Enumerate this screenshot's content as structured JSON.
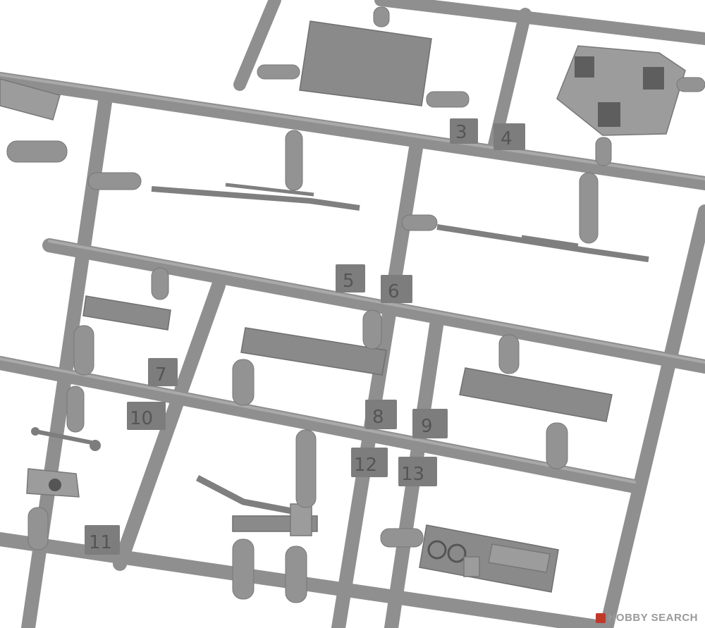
{
  "image": {
    "subject": "gray plastic model kit sprue with numbered parts"
  },
  "part_numbers": [
    {
      "label": "3"
    },
    {
      "label": "4"
    },
    {
      "label": "5"
    },
    {
      "label": "6"
    },
    {
      "label": "7"
    },
    {
      "label": "8"
    },
    {
      "label": "9"
    },
    {
      "label": "10"
    },
    {
      "label": "11"
    },
    {
      "label": "12"
    },
    {
      "label": "13"
    }
  ],
  "watermark": {
    "text": "HOBBY SEARCH"
  },
  "colors": {
    "plastic": "#8f8f8f",
    "background": "#ffffff",
    "watermark_mark": "#c0392b"
  }
}
